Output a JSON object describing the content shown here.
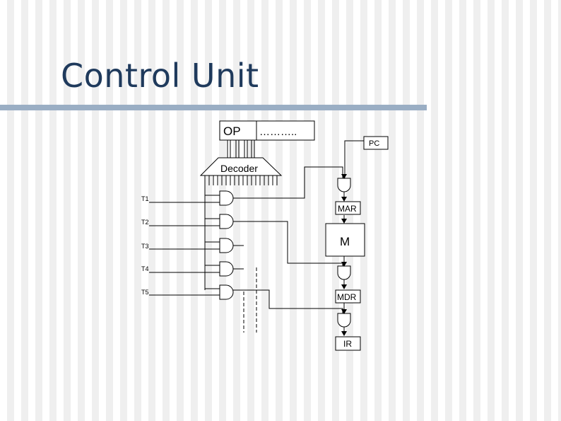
{
  "slide": {
    "title": "Control Unit"
  },
  "diagram": {
    "op_label": "OP",
    "op_dots": "………..",
    "decoder_label": "Decoder",
    "pc_label": "PC",
    "mar_label": "MAR",
    "memory_label": "M",
    "mdr_label": "MDR",
    "ir_label": "IR",
    "timing_signals": [
      "T1",
      "T2",
      "T3",
      "T4",
      "T5"
    ]
  },
  "colors": {
    "title": "#1f3a5c",
    "rule": "#9aaec4"
  }
}
